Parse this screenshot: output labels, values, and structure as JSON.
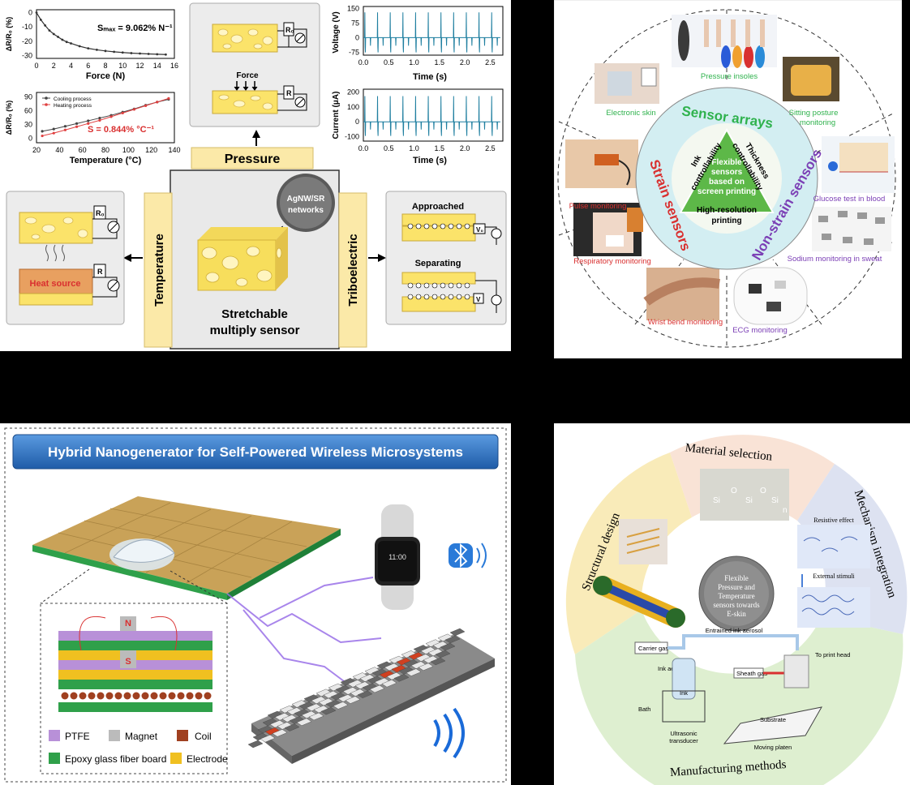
{
  "panel_a": {
    "plot_force": {
      "ylabel": "ΔR/R₀ (%)",
      "xlabel": "Force (N)",
      "annotation": "Sₘₐₓ = 9.062% N⁻¹",
      "xticks": [
        "0",
        "2",
        "4",
        "6",
        "8",
        "10",
        "12",
        "14",
        "16"
      ],
      "yticks": [
        "0",
        "-10",
        "-20",
        "-30"
      ],
      "x": [
        0,
        0.5,
        1,
        1.5,
        2,
        2.5,
        3,
        3.5,
        4,
        5,
        6,
        7,
        8,
        9,
        10,
        11,
        12,
        13,
        14,
        15
      ],
      "y": [
        0,
        -5,
        -9,
        -12.5,
        -15,
        -17,
        -19,
        -20.5,
        -21.5,
        -23.5,
        -25,
        -26,
        -26.8,
        -27.4,
        -27.9,
        -28.3,
        -28.6,
        -28.9,
        -29.1,
        -29.3
      ]
    },
    "plot_temp": {
      "ylabel": "ΔR/R₀ (%)",
      "xlabel": "Temperature (°C)",
      "annotation": "S = 0.844% °C⁻¹",
      "xticks": [
        "20",
        "40",
        "60",
        "80",
        "100",
        "120",
        "140"
      ],
      "yticks": [
        "0",
        "30",
        "60",
        "90"
      ],
      "legend": [
        "Cooling process",
        "Heating process"
      ],
      "x": [
        25,
        35,
        45,
        55,
        65,
        75,
        85,
        95,
        105,
        115,
        125,
        135
      ],
      "cooling": [
        15,
        20,
        26,
        32,
        38,
        44,
        50,
        57,
        64,
        72,
        79,
        85
      ],
      "heating": [
        5,
        11,
        18,
        25,
        32,
        39,
        47,
        55,
        63,
        71,
        79,
        87
      ]
    },
    "plot_voltage": {
      "ylabel": "Voltage (V)",
      "xlabel": "Time (s)",
      "xticks": [
        "0.0",
        "0.5",
        "1.0",
        "1.5",
        "2.0",
        "2.5"
      ],
      "yticks": [
        "150",
        "75",
        "0",
        "-75"
      ]
    },
    "plot_current": {
      "ylabel": "Current (μA)",
      "xlabel": "Time (s)",
      "xticks": [
        "0.0",
        "0.5",
        "1.0",
        "1.5",
        "2.0",
        "2.5"
      ],
      "yticks": [
        "200",
        "100",
        "0",
        "-100"
      ]
    },
    "pressure_box": {
      "r0": "R₀",
      "force": "Force",
      "r": "R"
    },
    "pressure_label": "Pressure",
    "temperature_label": "Temperature",
    "triboelectric_label": "Triboelectric",
    "temp_box": {
      "r0": "R₀",
      "heat_source": "Heat source",
      "r": "R"
    },
    "tribo_box": {
      "approached": "Approached",
      "v0": "V₀",
      "separating": "Separating",
      "v": "V"
    },
    "center": {
      "circle_label_1": "AgNW/SR",
      "circle_label_2": "networks",
      "title_1": "Stretchable",
      "title_2": "multiply sensor"
    }
  },
  "panel_b": {
    "center_lines": [
      "Flexible",
      "sensors",
      "based on",
      "screen printing"
    ],
    "ink": [
      "Ink",
      "controllability"
    ],
    "thickness": [
      "Thickness",
      "controllability"
    ],
    "resolution": [
      "High-resolution",
      "printing"
    ],
    "sensor_arrays": "Sensor arrays",
    "strain_sensors": "Strain sensors",
    "non_strain_sensors": "Non-strain sensors",
    "outer_labels": {
      "pressure_insoles": "Pressure insoles",
      "electronic_skin": "Electronic skin",
      "sitting_posture": [
        "Sitting posture",
        "monitoring"
      ],
      "pulse": "Pulse monitoring",
      "glucose": "Glucose test in blood",
      "respiratory": "Respiratory monitoring",
      "sodium": "Sodium monitoring in sweat",
      "wrist": "Wrist bend monitoring",
      "ecg": "ECG monitoring"
    }
  },
  "panel_c": {
    "banner": "Hybrid Nanogenerator for Self-Powered Wireless Microsystems",
    "legend": [
      "PTFE",
      "Magnet",
      "Coil",
      "Epoxy glass fiber board",
      "Electrode"
    ],
    "magnet_n": "N",
    "magnet_s": "S",
    "watch_time": "11:00",
    "bluetooth_icon": "bluetooth-icon"
  },
  "panel_d": {
    "material_selection": "Material selection",
    "structural_design": "Structural design",
    "mechanism_integration": "Mechanism integration",
    "manufacturing_methods": "Manufacturing methods",
    "center": [
      "Flexible",
      "Pressure and",
      "Temperature",
      "sensors towards",
      "E-skin"
    ],
    "resistive_effect": "Resistive effect",
    "external_stimuli": "External stimuli",
    "carrier_gas": "Carrier gas",
    "entrained": "Entrained ink aerosol",
    "to_print_head": "To print head",
    "ink_aerosol": "Ink aerosol",
    "sheath_gas": "Sheath gas",
    "ink": "Ink",
    "bath": "Bath",
    "ultrasonic": [
      "Ultrasonic",
      "transducer"
    ],
    "substrate": "Substrate",
    "moving_platen": "Moving platen",
    "si_labels": [
      "Si",
      "O",
      "Si",
      "O",
      "Si",
      "n"
    ]
  },
  "colors": {
    "box_yellow": "#fbe9a8",
    "panel_gray": "#e9e9e9",
    "teal_signal": "#1f7fa0",
    "green_arc": "#2fb24d",
    "red_arc": "#d93030",
    "purple_arc": "#7b3fb5",
    "banner_blue": "#2f6fb5"
  }
}
